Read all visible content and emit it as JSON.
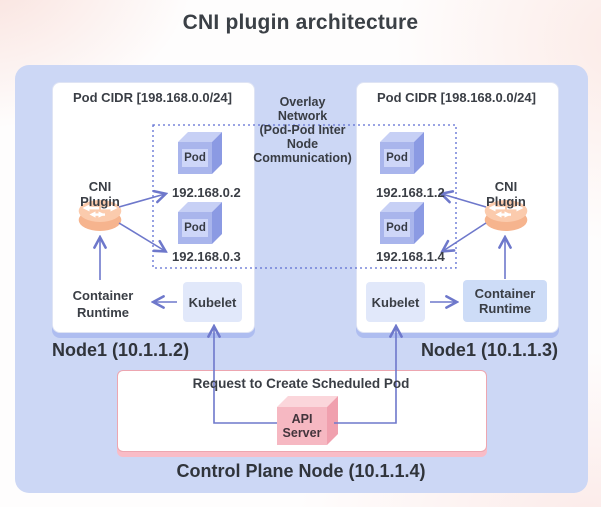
{
  "title": "CNI plugin architecture",
  "colors": {
    "canvas_bg": "#ccd7f5",
    "arrow": "#6e78cb",
    "node_shadow": "#aebdf0",
    "control_border": "#eda6b0",
    "control_shadow": "#f9bcc7",
    "pod_cube_front": "#a9b5ec",
    "api_cube_front": "#f6b8c2",
    "router_body": "#fbcbad"
  },
  "nodes": [
    {
      "title": "Node1 (10.1.1.2)",
      "pod_cidr": "Pod CIDR [198.168.0.0/24]",
      "cni_label": "CNI Plugin",
      "runtime_label": "Container Runtime",
      "kubelet_label": "Kubelet",
      "pods": [
        {
          "label": "Pod",
          "ip": "192.168.0.2"
        },
        {
          "label": "Pod",
          "ip": "192.168.0.3"
        }
      ]
    },
    {
      "title": "Node1 (10.1.1.3)",
      "pod_cidr": "Pod CIDR [198.168.0.0/24]",
      "cni_label": "CNI Plugin",
      "runtime_label": "Container Runtime",
      "kubelet_label": "Kubelet",
      "pods": [
        {
          "label": "Pod",
          "ip": "192.168.1.2"
        },
        {
          "label": "Pod",
          "ip": "192.168.1.4"
        }
      ]
    }
  ],
  "overlay_network": {
    "lines": [
      "Overlay",
      "Network",
      "(Pod-Pod Inter",
      "Node",
      "Communication)"
    ]
  },
  "control_plane": {
    "title": "Control Plane Node (10.1.1.4)",
    "request_label": "Request to Create Scheduled Pod",
    "api_server": "API Server"
  }
}
